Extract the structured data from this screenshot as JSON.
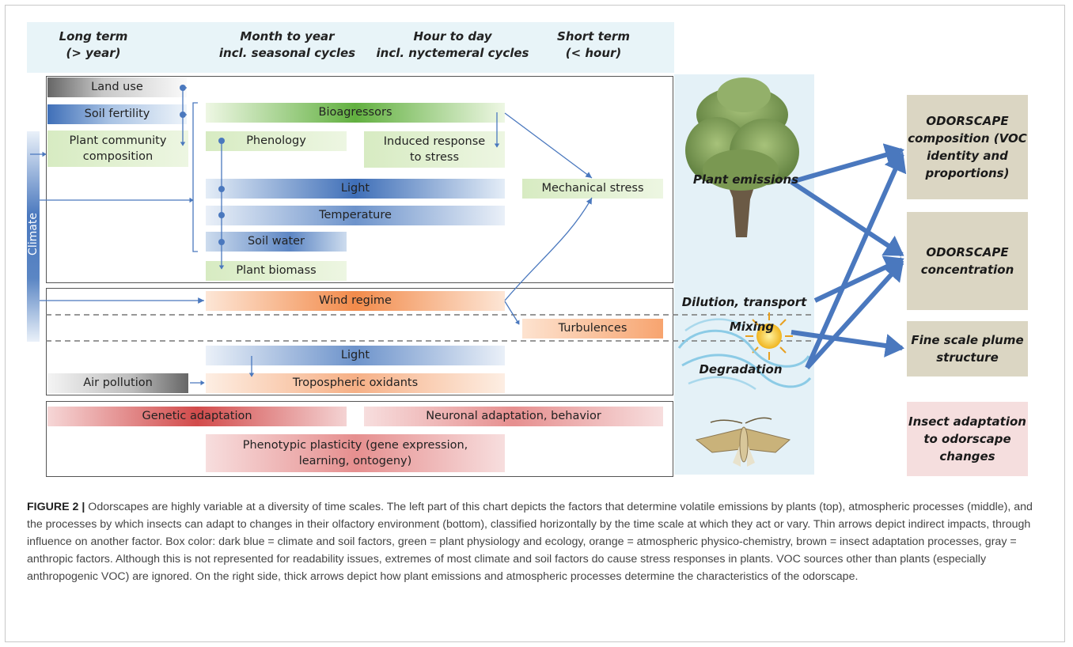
{
  "header": {
    "long_term": "Long term\n(> year)",
    "month_year": "Month to year\nincl. seasonal cycles",
    "hour_day": "Hour to day\nincl. nyctemeral cycles",
    "short_term": "Short term\n(< hour)"
  },
  "climate": "Climate",
  "plant_factors": {
    "land_use": "Land use",
    "soil_fertility": "Soil fertility",
    "plant_community": "Plant community\ncomposition",
    "bioagressors": "Bioagressors",
    "phenology": "Phenology",
    "induced_response": "Induced response\nto stress",
    "light": "Light",
    "mechanical_stress": "Mechanical stress",
    "temperature": "Temperature",
    "soil_water": "Soil water",
    "plant_biomass": "Plant biomass"
  },
  "atmospheric": {
    "wind_regime": "Wind regime",
    "turbulences": "Turbulences",
    "light": "Light",
    "air_pollution": "Air pollution",
    "tropospheric_oxidants": "Tropospheric oxidants"
  },
  "insect": {
    "genetic_adaptation": "Genetic adaptation",
    "neuronal_adaptation": "Neuronal adaptation, behavior",
    "phenotypic_plasticity": "Phenotypic plasticity (gene expression,\nlearning, ontogeny)"
  },
  "middle_labels": {
    "plant_emissions": "Plant emissions",
    "dilution": "Dilution, transport",
    "mixing": "Mixing",
    "degradation": "Degradation"
  },
  "results": {
    "composition": "ODORSCAPE\ncomposition (VOC\nidentity and\nproportions)",
    "concentration": "ODORSCAPE\nconcentration",
    "plume": "Fine scale plume\nstructure",
    "insect_adaptation": "Insect adaptation\nto odorscape\nchanges"
  },
  "caption": {
    "label": "FIGURE 2 |",
    "text": "Odorscapes are highly variable at a diversity of time scales. The left part of this chart depicts the factors that determine volatile emissions by plants (top), atmospheric processes (middle), and the processes by which insects can adapt to changes in their olfactory environment (bottom), classified horizontally by the time scale at which they act or vary. Thin arrows depict indirect impacts, through influence on another factor. Box color: dark blue = climate and soil factors, green = plant physiology and ecology, orange = atmospheric physico-chemistry, brown = insect adaptation processes, gray = anthropic factors. Although this is not represented for readability issues, extremes of most climate and soil factors do cause stress responses in plants. VOC sources other than plants (especially anthropogenic VOC) are ignored. On the right side, thick arrows depict how plant emissions and atmospheric processes determine the characteristics of the odorscape."
  },
  "colors": {
    "climate_soil": "#3f6fb8",
    "plant": "#6cb83a",
    "atmospheric": "#f28b4b",
    "insect": "#d24b4b",
    "anthropic": "#666666",
    "result_box": "#dbd6c3",
    "insect_result_box": "#f5dede",
    "arrow": "#4a78be"
  },
  "icons": [
    "tree-icon",
    "wind-sun-icon",
    "moth-icon"
  ]
}
